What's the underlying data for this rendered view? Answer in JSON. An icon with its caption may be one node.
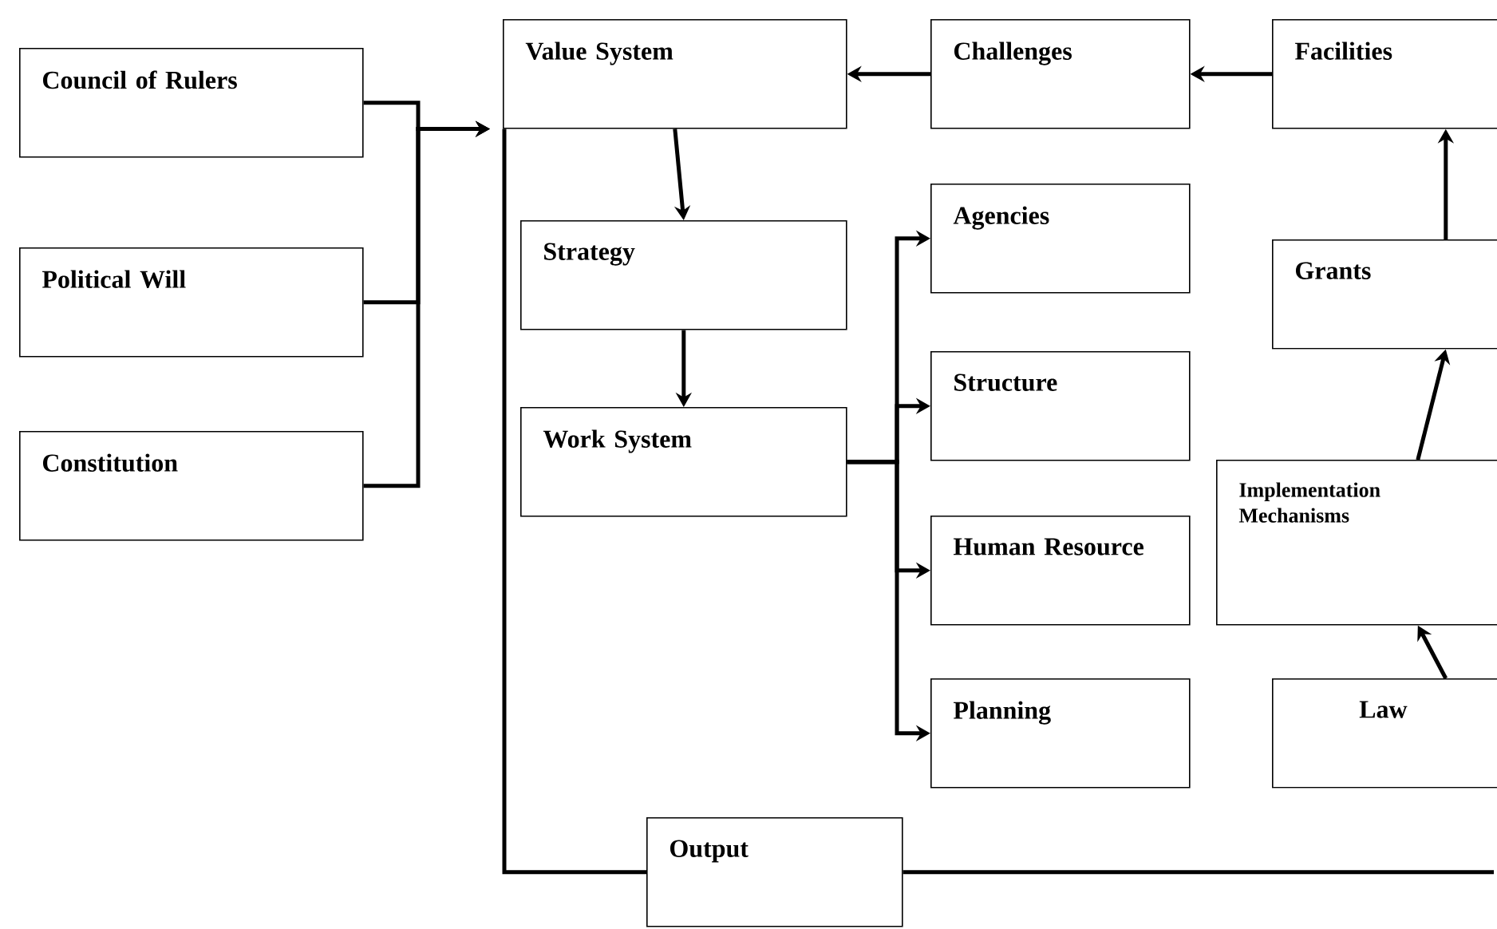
{
  "diagram": {
    "nodes": [
      {
        "text": [
          "Council of Rulers"
        ]
      },
      {
        "text": [
          "Value System"
        ]
      },
      {
        "text": [
          "Challenges"
        ]
      },
      {
        "text": [
          "Facilities"
        ]
      },
      {
        "text": [
          "Political Will"
        ]
      },
      {
        "text": [
          "Strategy"
        ]
      },
      {
        "text": [
          "Agencies"
        ]
      },
      {
        "text": [
          "Grants"
        ]
      },
      {
        "text": [
          "Structure"
        ]
      },
      {
        "text": [
          "Constitution"
        ]
      },
      {
        "text": [
          "Work System"
        ]
      },
      {
        "text": [
          "Implementation Mechanisms"
        ]
      },
      {
        "text": [
          "Human Resource"
        ]
      },
      {
        "text": [
          "Planning"
        ]
      },
      {
        "text": [
          "Law"
        ]
      },
      {
        "text": [
          "Output"
        ]
      }
    ],
    "edges": [
      {
        "from": 0,
        "to": 1,
        "arrow": "to"
      },
      {
        "from": 4,
        "to": 1,
        "arrow": "to"
      },
      {
        "from": 9,
        "to": 1,
        "arrow": "to"
      },
      {
        "from": 2,
        "to": 1,
        "arrow": "to"
      },
      {
        "from": 3,
        "to": 2,
        "arrow": "to"
      },
      {
        "from": 1,
        "to": 5,
        "arrow": "to"
      },
      {
        "from": 5,
        "to": 10,
        "arrow": "to"
      },
      {
        "from": 10,
        "to": 6,
        "arrow": "to"
      },
      {
        "from": 10,
        "to": 8,
        "arrow": "to"
      },
      {
        "from": 10,
        "to": 12,
        "arrow": "to"
      },
      {
        "from": 10,
        "to": 13,
        "arrow": "to"
      },
      {
        "from": 14,
        "to": 11,
        "arrow": "to"
      },
      {
        "from": 11,
        "to": 7,
        "arrow": "to"
      },
      {
        "from": 7,
        "to": 3,
        "arrow": "to"
      },
      {
        "from": 1,
        "to": 15,
        "arrow": "none"
      },
      {
        "from": 15,
        "to": null,
        "arrow": "none"
      }
    ]
  }
}
